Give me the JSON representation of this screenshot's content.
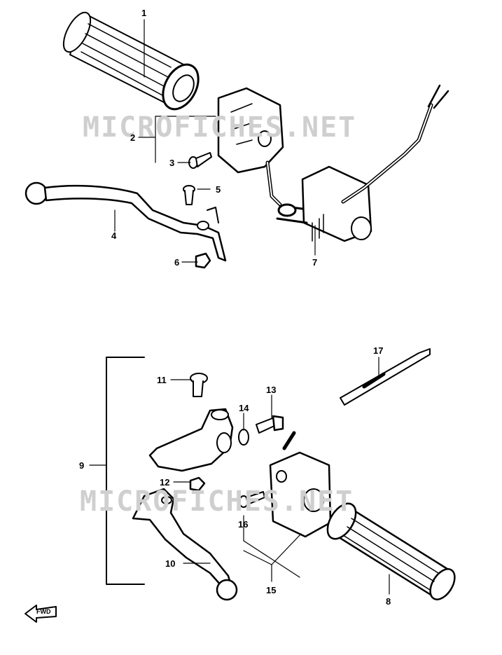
{
  "watermark": {
    "top": "MICROFICHES.NET",
    "bottom": "MICROFICHES.NET"
  },
  "callouts": [
    "1",
    "2",
    "3",
    "4",
    "5",
    "6",
    "7",
    "8",
    "9",
    "10",
    "11",
    "12",
    "13",
    "14",
    "15",
    "16",
    "17"
  ],
  "forward_indicator": "FWD"
}
